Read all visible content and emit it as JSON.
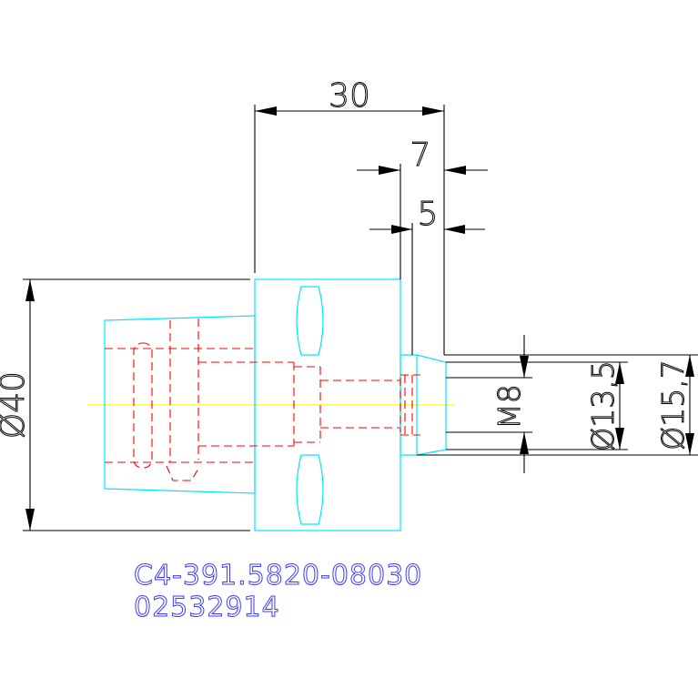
{
  "drawing": {
    "dimensions": {
      "length_total": "30",
      "length_a": "7",
      "length_b": "5",
      "diameter_body": "Ø40",
      "thread": "M8",
      "diameter_1": "Ø13,5",
      "diameter_2": "Ø15,7"
    },
    "part_number": "C4-391.5820-08030",
    "order_code": "02532914",
    "colors": {
      "outline": "#00e5ff",
      "hidden_lines": "#ff0000",
      "dimensions": "#000000",
      "centerline": "#ffff00",
      "label": "#3a3aff",
      "background": "#ffffff"
    }
  }
}
